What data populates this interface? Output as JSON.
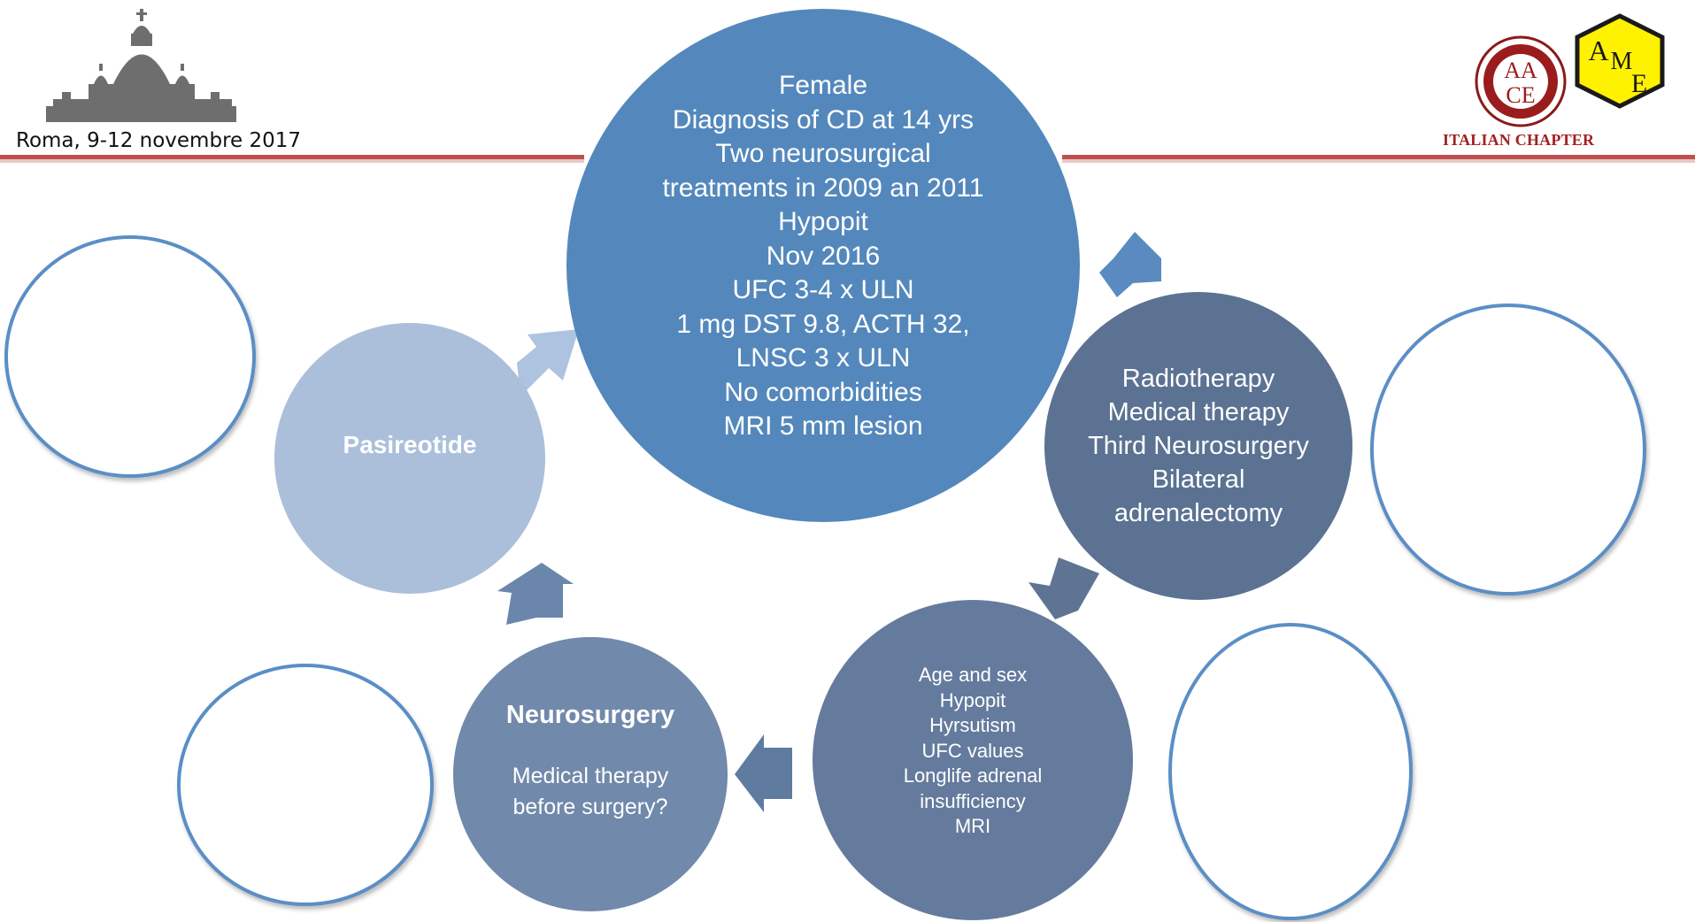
{
  "header": {
    "date_location": "Roma, 9-12 novembre 2017",
    "chapter_label": "ITALIAN CHAPTER",
    "logo_aace_text": [
      "AA",
      "CE"
    ],
    "logo_ame_text": [
      "A",
      "M",
      "E"
    ],
    "accent_color": "#c0504d"
  },
  "diagram": {
    "center_lines": [
      "Female",
      "Diagnosis of CD at 14 yrs",
      "Two neurosurgical",
      "treatments in  2009 an 2011",
      "Hypopit",
      "Nov 2016",
      "UFC 3-4 x ULN",
      "1 mg DST 9.8, ACTH 32,",
      "LNSC 3 x ULN",
      "No comorbidities",
      "MRI 5 mm lesion"
    ],
    "options_lines": [
      "Radiotherapy",
      "Medical therapy",
      "Third Neurosurgery",
      "Bilateral",
      "adrenalectomy"
    ],
    "factors_lines": [
      "Age and sex",
      "Hypopit",
      "Hyrsutism",
      "UFC values",
      "Longlife adrenal",
      "insufficiency",
      "MRI"
    ],
    "neuro_title": "Neurosurgery",
    "neuro_sub_lines": [
      "Medical therapy",
      "before surgery?"
    ],
    "pasireotide_label": "Pasireotide",
    "colors": {
      "center": "#5488bc",
      "options": "#5b7292",
      "factors": "#657b9d",
      "neurosurgery": "#7189aa",
      "pasireotide": "#abbfdb",
      "ring_outline": "#5b8ec6"
    }
  }
}
